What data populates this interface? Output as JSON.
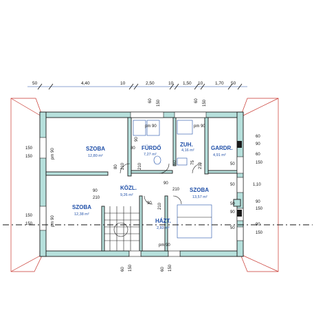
{
  "top_dims": [
    "50",
    "4,40",
    "10",
    "2,50",
    "10",
    "1,50",
    "10",
    "1,70",
    "50"
  ],
  "rooms": [
    {
      "name": "SZOBA",
      "area": "12,80 m²"
    },
    {
      "name": "FÜRDŐ",
      "area": "7,27 m²"
    },
    {
      "name": "ZUH.",
      "area": "4,16 m²"
    },
    {
      "name": "GARDR.",
      "area": "4,91 m²"
    },
    {
      "name": "KÖZL.",
      "area": "9,26 m²"
    },
    {
      "name": "SZOBA",
      "area": "13,57 m²"
    },
    {
      "name": "SZOBA",
      "area": "12,38 m²"
    },
    {
      "name": "HÁZT.",
      "area": "2,83 m²"
    }
  ],
  "openings": {
    "d60": "60",
    "d150": "150",
    "d90": "90",
    "d210": "210",
    "d80": "80",
    "d75": "75",
    "pm90": "pm 90",
    "d50": "50",
    "d110": "1,10"
  }
}
